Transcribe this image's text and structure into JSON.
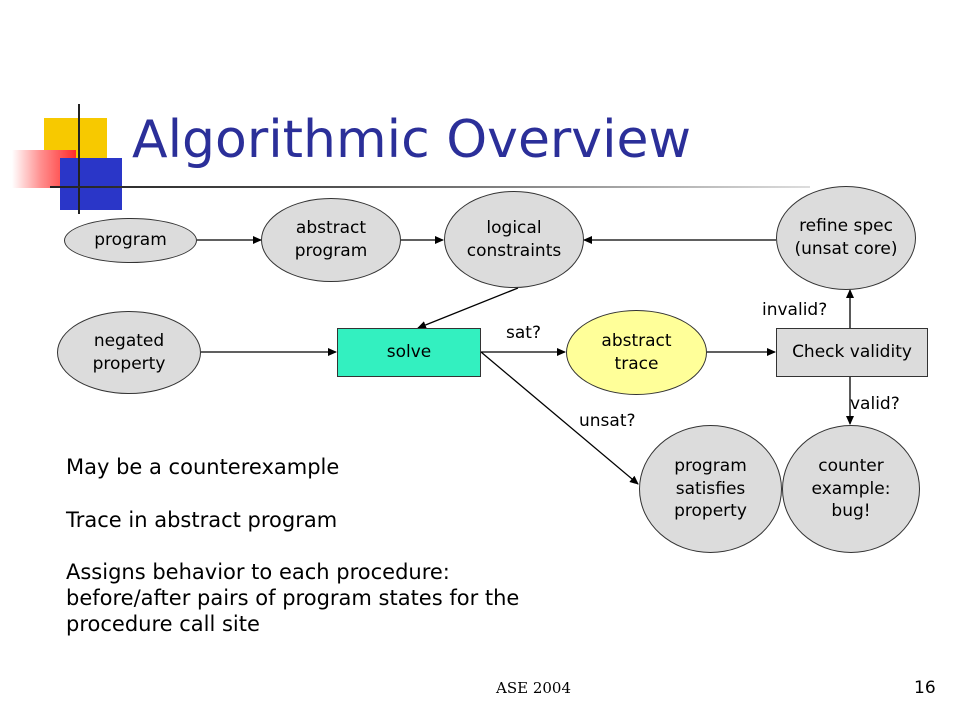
{
  "slide": {
    "title": "Algorithmic Overview",
    "footer": "ASE 2004",
    "page_number": "16"
  },
  "diagram": {
    "nodes": {
      "program": "program",
      "abstract_program": [
        "abstract",
        "program"
      ],
      "logical_constraints": [
        "logical",
        "constraints"
      ],
      "refine_spec": [
        "refine spec",
        "(unsat core)"
      ],
      "negated_property": [
        "negated",
        "property"
      ],
      "solve": "solve",
      "abstract_trace": [
        "abstract",
        "trace"
      ],
      "check_validity": "Check validity",
      "program_satisfies": [
        "program",
        "satisfies",
        "property"
      ],
      "counter_example": [
        "counter",
        "example:",
        "bug!"
      ]
    },
    "edge_labels": {
      "sat": "sat?",
      "unsat": "unsat?",
      "invalid": "invalid?",
      "valid": "valid?"
    }
  },
  "bullets": [
    "May be a counterexample",
    "Trace in abstract program",
    "Assigns behavior to each procedure: before/after pairs of program states for the procedure call site"
  ]
}
